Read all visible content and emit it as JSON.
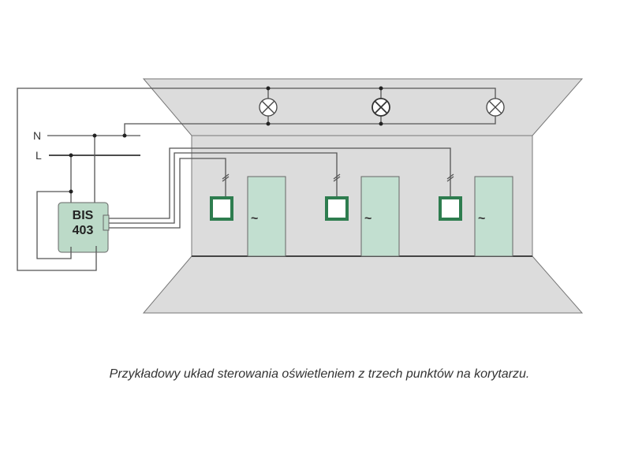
{
  "labels": {
    "neutral": "N",
    "live": "L"
  },
  "device": {
    "line1": "BIS",
    "line2": "403"
  },
  "doors": [
    {
      "symbol": "~"
    },
    {
      "symbol": "~"
    },
    {
      "symbol": "~"
    }
  ],
  "caption": "Przykładowy układ sterowania oświetleniem z trzech punktów na korytarzu.",
  "colors": {
    "wall": "#dcdcdc",
    "door": "#c2dfd0",
    "switch": "#2e7d4f",
    "device": "#bcdac8",
    "wire": "#555555"
  }
}
